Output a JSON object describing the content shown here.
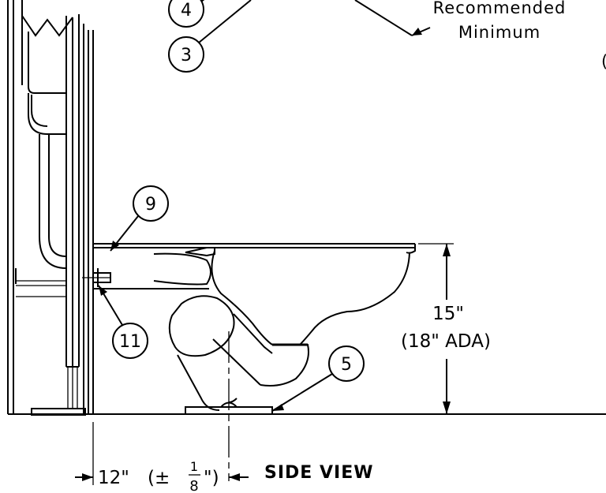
{
  "callouts": {
    "c4": "4",
    "c3": "3",
    "c9": "9",
    "c11": "11",
    "c5": "5"
  },
  "notes": {
    "recommended": "Recommended",
    "minimum": "Minimum",
    "edge_fragment": "("
  },
  "dimensions": {
    "height": "15\"",
    "height_ada": "(18\" ADA)",
    "rough_in_value": "12\"",
    "tolerance_open": "(±",
    "frac_num": "1",
    "frac_den": "8",
    "tolerance_close": "\")"
  },
  "view_title": "SIDE VIEW"
}
